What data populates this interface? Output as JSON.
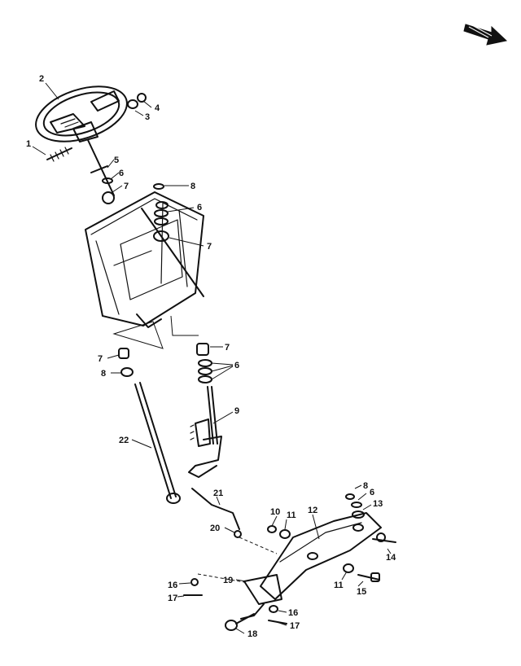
{
  "diagram": {
    "callouts": {
      "c1": "1",
      "c2": "2",
      "c3": "3",
      "c4": "4",
      "c5": "5",
      "c6a": "6",
      "c7a": "7",
      "c8a": "8",
      "c6b": "6",
      "c7b": "7",
      "c7c": "7",
      "c7d": "7",
      "c8b": "8",
      "c6c": "6",
      "c9": "9",
      "c22": "22",
      "c21": "21",
      "c20": "20",
      "c10": "10",
      "c11a": "11",
      "c12": "12",
      "c8c": "8",
      "c6d": "6",
      "c13": "13",
      "c14": "14",
      "c11b": "11",
      "c15": "15",
      "c16a": "16",
      "c17a": "17",
      "c19": "19",
      "c16b": "16",
      "c17b": "17",
      "c18": "18"
    }
  }
}
